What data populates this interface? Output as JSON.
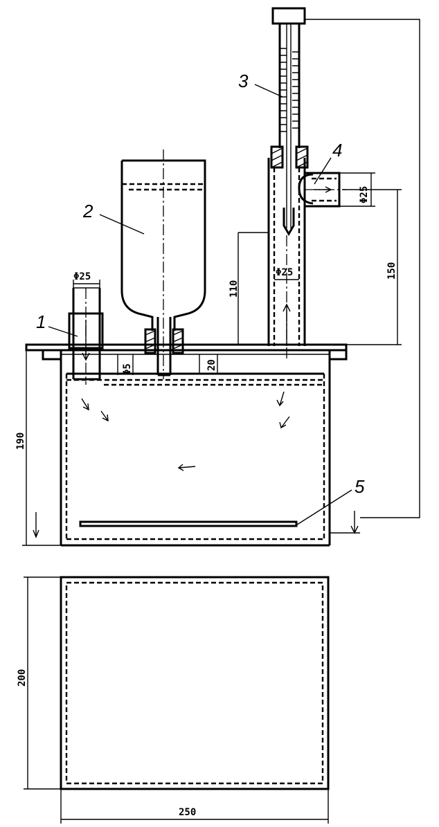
{
  "labels": {
    "p1": "1",
    "p2": "2",
    "p3": "3",
    "p4": "4",
    "p5": "5"
  },
  "dimensions": {
    "d_inlet": "Φ25",
    "d_tee": "Φ25",
    "d_tube": "Φ25",
    "gap_bottle": "Φ5",
    "gap_20": "20",
    "h110": "110",
    "h150": "150",
    "h190": "190",
    "w250": "250",
    "depth200": "200"
  }
}
